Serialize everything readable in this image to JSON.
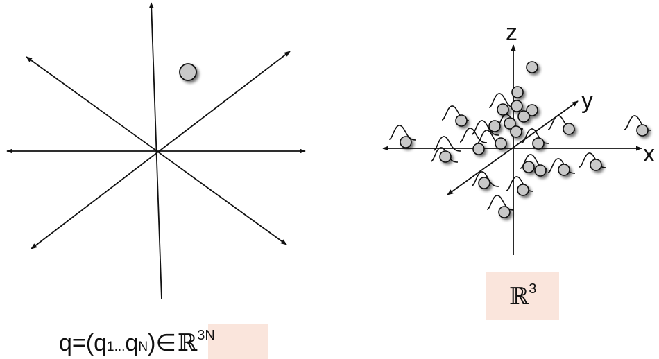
{
  "left_diagram": {
    "formula": {
      "lhs": "q=(q",
      "sub1": "1",
      "dots": "...",
      "qN": "q",
      "subN": "N",
      "rhs": ")∈",
      "space_symbol": "ℝ",
      "space_exponent": "3N"
    }
  },
  "right_diagram": {
    "axis_labels": {
      "x": "x",
      "y": "y",
      "z": "z"
    },
    "space_symbol": "ℝ",
    "space_exponent": "3"
  },
  "colors": {
    "particle_fill": "#c8c8c8",
    "particle_stroke": "#111111",
    "axis": "#111111",
    "highlight": "#fae5dc"
  }
}
